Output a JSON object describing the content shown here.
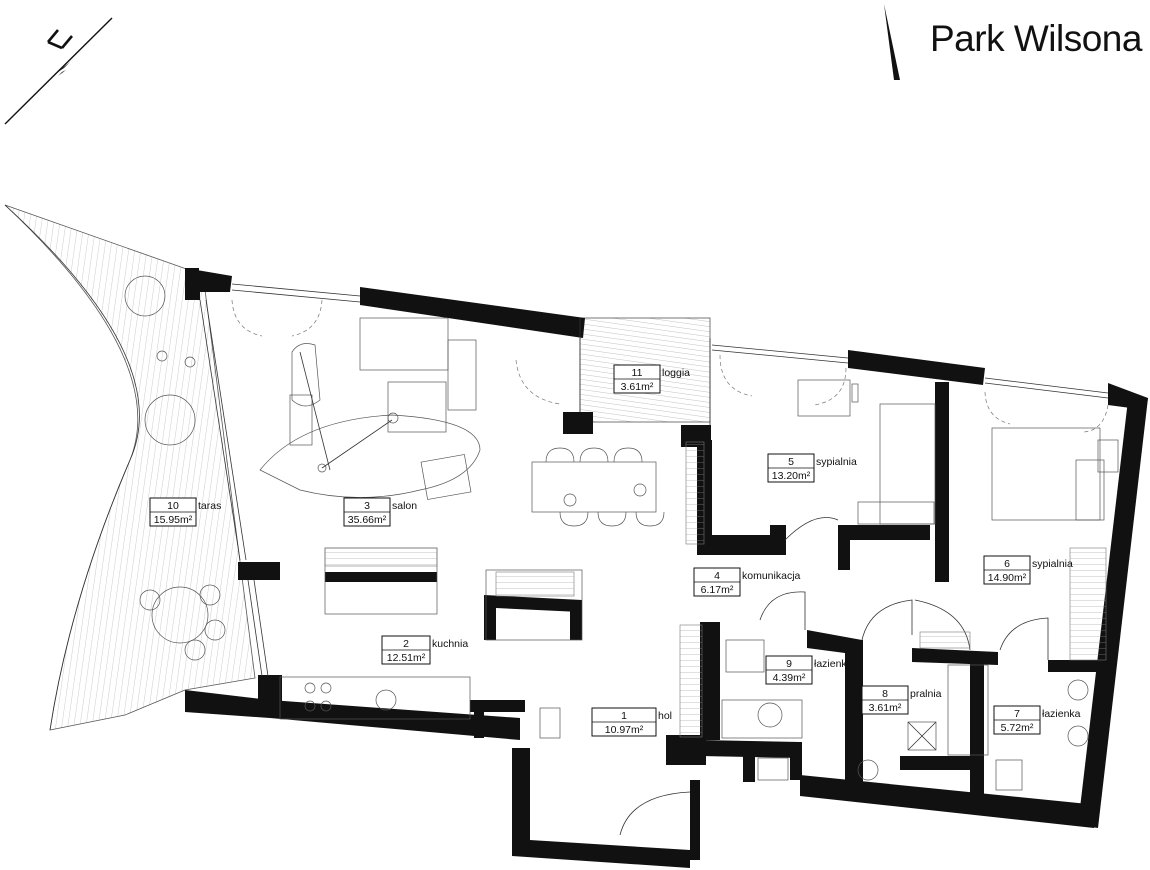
{
  "header": {
    "title": "Park Wilsona"
  },
  "rooms": [
    {
      "num": "1",
      "name": "hol",
      "area": "10.97m²"
    },
    {
      "num": "2",
      "name": "kuchnia",
      "area": "12.51m²"
    },
    {
      "num": "3",
      "name": "salon",
      "area": "35.66m²"
    },
    {
      "num": "4",
      "name": "komunikacja",
      "area": "6.17m²"
    },
    {
      "num": "5",
      "name": "sypialnia",
      "area": "13.20m²"
    },
    {
      "num": "6",
      "name": "sypialnia",
      "area": "14.90m²"
    },
    {
      "num": "7",
      "name": "łazienka",
      "area": "5.72m²"
    },
    {
      "num": "8",
      "name": "pralnia",
      "area": "3.61m²"
    },
    {
      "num": "9",
      "name": "łazienka",
      "area": "4.39m²"
    },
    {
      "num": "10",
      "name": "taras",
      "area": "15.95m²"
    },
    {
      "num": "11",
      "name": "loggia",
      "area": "3.61m²"
    }
  ],
  "icons": {
    "north_arrow": "north-arrow-icon",
    "sun_marker": "orientation-marker-icon"
  }
}
